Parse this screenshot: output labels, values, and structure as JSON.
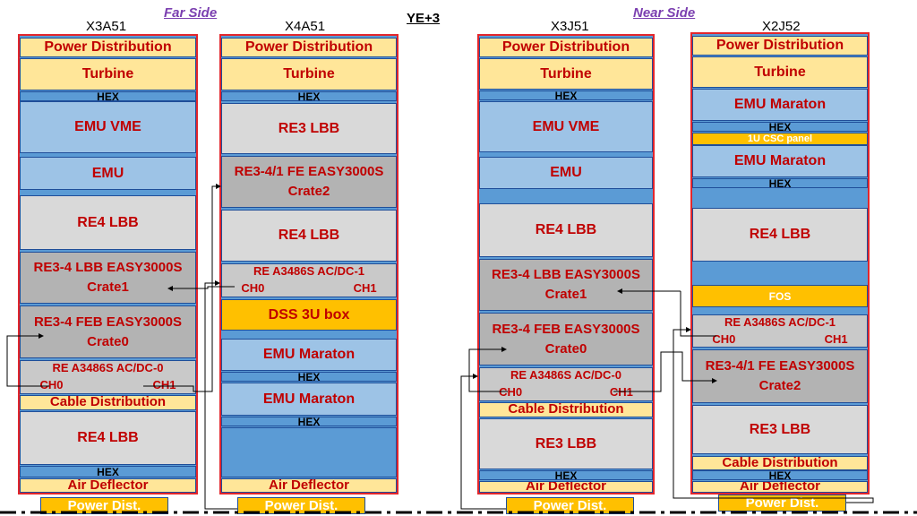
{
  "headers": {
    "far_side": "Far Side",
    "near_side": "Near Side",
    "ye": "YE+3",
    "r1": "X3A51",
    "r2": "X4A51",
    "r3": "X3J51",
    "r4": "X2J52"
  },
  "labels": {
    "power_distribution": "Power Distribution",
    "turbine": "Turbine",
    "hex": "HEX",
    "emu_vme": "EMU VME",
    "emu": "EMU",
    "re4_lbb": "RE4 LBB",
    "re3_lbb": "RE3 LBB",
    "re34_lbb_a": "RE3-4  LBB EASY3000S",
    "re34_lbb_b": "RE3-4 LBB EASY3000S",
    "crate1": "Crate1",
    "re34_feb": "RE3-4 FEB EASY3000S",
    "crate0": "Crate0",
    "re341_fe": "RE3-4/1 FE EASY3000S",
    "crate2": "Crate2",
    "ac_dc_0": "RE A3486S AC/DC-0",
    "ac_dc_1": "RE A3486S AC/DC-1",
    "ch0": "CH0",
    "ch1": "CH1",
    "cable_distribution": "Cable Distribution",
    "air_deflector": "Air Deflector",
    "power_dist": "Power Dist.",
    "dss_box": "DSS 3U box",
    "emu_maraton": "EMU Maraton",
    "csc_panel": "1U CSC panel",
    "fos": "FOS"
  }
}
